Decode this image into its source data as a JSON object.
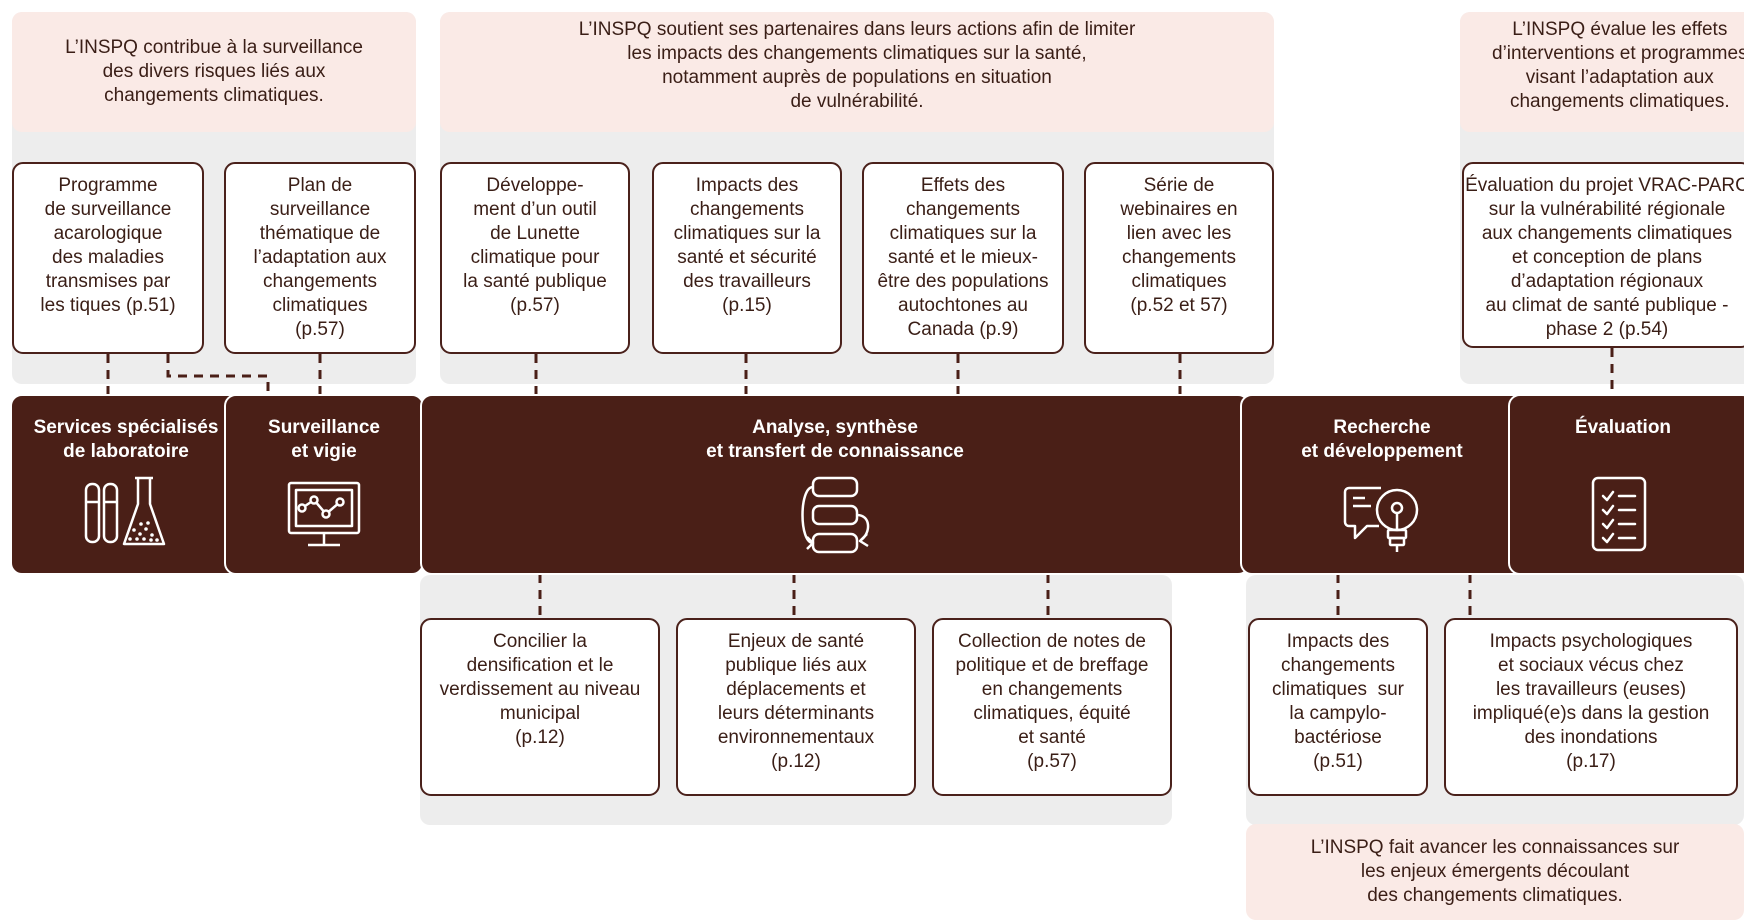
{
  "top_notes": {
    "surveillance": "L’INSPQ contribue à la surveillance\ndes divers risques liés aux\nchangements climatiques.",
    "partners": "L’INSPQ soutient ses partenaires dans leurs actions afin de limiter\nles impacts des changements climatiques sur la santé,\nnotamment auprès de populations en situation\nde vulnérabilité.",
    "evaluation": "L’INSPQ évalue les effets\nd’interventions et programmes\nvisant l’adaptation aux\nchangements climatiques."
  },
  "top_cards": [
    "Programme\nde surveillance\nacarologique\ndes maladies\ntransmises par\nles tiques (p.51)",
    "Plan de\nsurveillance\nthématique de\nl’adaptation aux\nchangements\nclimatiques\n(p.57)",
    "Développe-\nment d’un outil\nde Lunette\nclimatique pour\nla santé publique\n(p.57)",
    "Impacts des\nchangements\nclimatiques sur la\nsanté et sécurité\ndes travailleurs\n(p.15)",
    "Effets des\nchangements\nclimatiques sur la\nsanté et le mieux-\nêtre des populations\nautochtones au\nCanada (p.9)",
    "Série de\nwebinaires en\nlien avec les\nchangements\nclimatiques\n(p.52 et 57)",
    "Évaluation du projet VRAC-PARC\nsur la vulnérabilité régionale\naux changements climatiques\net conception de plans\nd’adaptation régionaux\nau climat de santé publique -\nphase 2 (p.54)"
  ],
  "bands": {
    "lab": "Services spécialisés\nde laboratoire",
    "surveillance": "Surveillance\net vigie",
    "analyse": "Analyse, synthèse\net transfert de connaissance",
    "recherche": "Recherche\net développement",
    "evaluation": "Évaluation"
  },
  "bottom_cards": [
    "Concilier la\ndensification et le\nverdissement au niveau\nmunicipal\n(p.12)",
    "Enjeux de santé\npublique liés aux\ndéplacements et\nleurs déterminants\nenvironnementaux\n(p.12)",
    "Collection de notes de\npolitique et de breffage\nen changements\nclimatiques, équité\net santé\n(p.57)",
    "Impacts des\nchangements\nclimatiques  sur\nla campylo-\nbactériose\n(p.51)",
    "Impacts psychologiques\net sociaux vécus chez\nles travailleurs (euses)\nimpliqué(e)s dans la gestion\ndes inondations\n(p.17)"
  ],
  "bottom_note": "L’INSPQ fait avancer les connaissances sur\nles enjeux émergents découlant\ndes changements climatiques.",
  "icons": {
    "lab": "lab-flask-icon",
    "surveillance": "monitor-chart-icon",
    "analyse": "process-cycle-icon",
    "recherche": "idea-bulb-icon",
    "evaluation": "checklist-icon"
  },
  "colors": {
    "band": "#4a1f17",
    "card_border": "#4a211b",
    "note_bg": "#faeae6",
    "group_bg": "#ededed"
  }
}
